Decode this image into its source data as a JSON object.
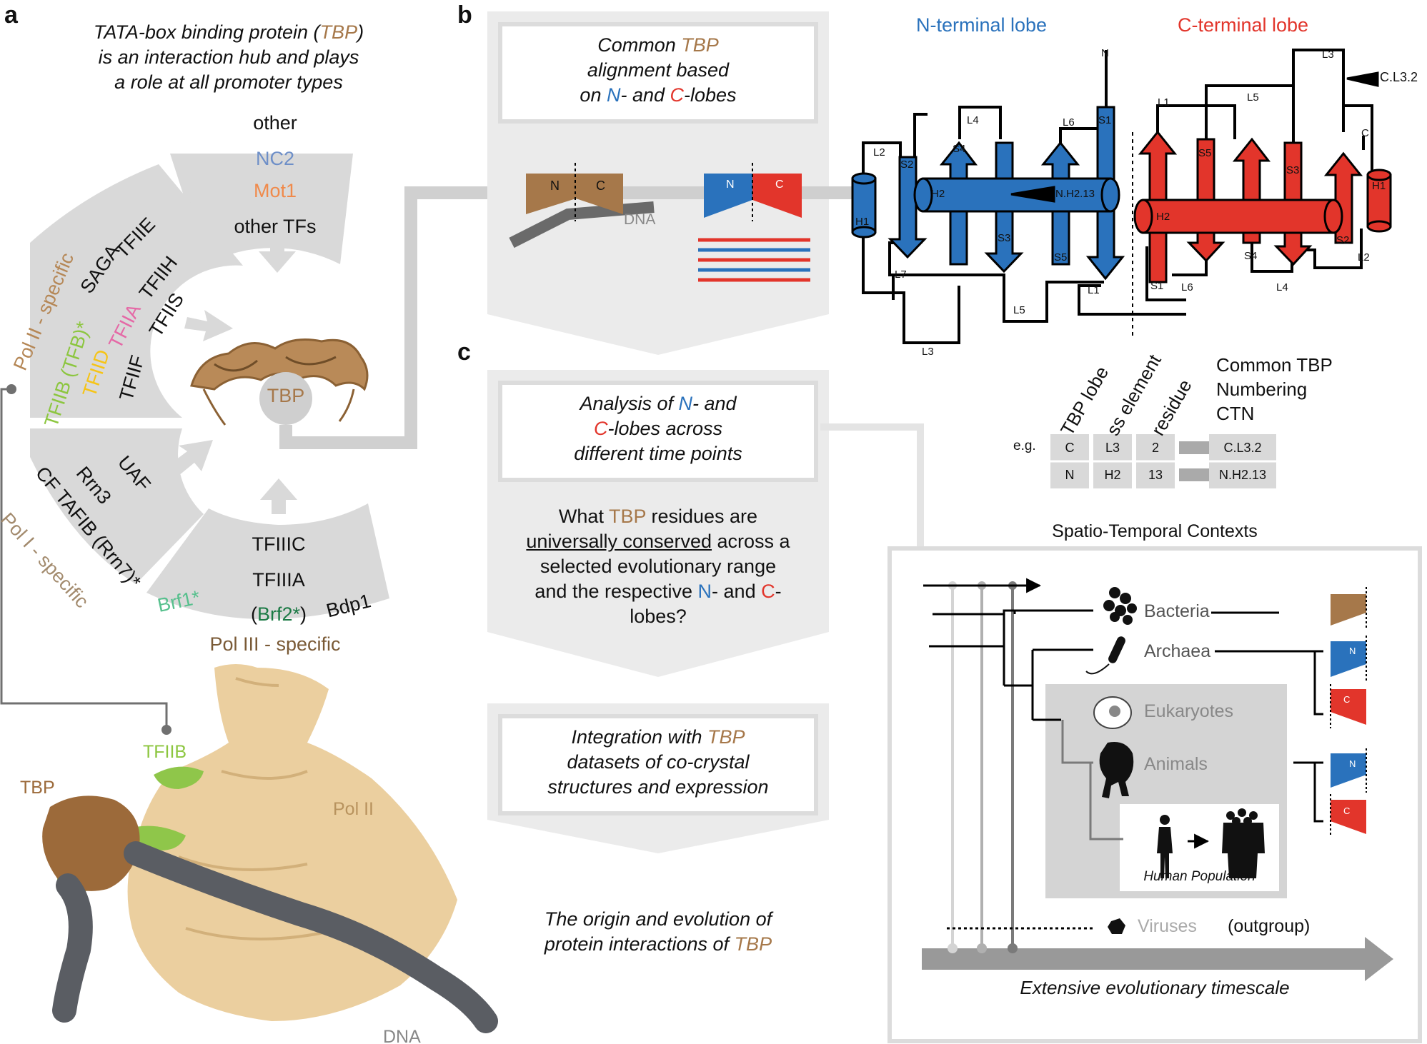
{
  "colors": {
    "tbp": "#a6784a",
    "blue": "#2a72bc",
    "red": "#e2352b",
    "green": "#8cc63f",
    "tfiia": "#e569a6",
    "tfiid": "#f6c415",
    "nc2": "#6e8fc8",
    "mot1": "#f08a4b",
    "brf1": "#56c08d",
    "brf2": "#1b7a45",
    "gray": "#d9d9d9",
    "dark_gray": "#666666"
  },
  "panel_a": {
    "letter": "a",
    "intro": {
      "l1a": "TATA-box binding protein (",
      "l1b": "TBP",
      "l1c": ")",
      "l2": "is an interaction hub and plays",
      "l3": "a role at all promoter types"
    },
    "other_sector": {
      "title": "other",
      "nc2": "NC2",
      "mot1": "Mot1",
      "tfs": "other TFs"
    },
    "pol2_sector": {
      "label": "Pol II - specific",
      "tfiie": "TFIIE",
      "saga": "SAGA",
      "tfiih": "TFIIH",
      "tfia": "TFIIA",
      "tfiis": "TFIIS",
      "tfiib": "TFIIB (TFB)*",
      "tfiid": "TFIID",
      "tfiif": "TFIIF"
    },
    "pol1_sector": {
      "label": "Pol I - specific",
      "uaf": "UAF",
      "rrn3": "Rrn3",
      "cf": "CF TAFIB (Rrn7)*"
    },
    "pol3_sector": {
      "label": "Pol III - specific",
      "tfiiic": "TFIIIC",
      "tfiiia": "TFIIIA",
      "brf1": "Brf1*",
      "brf2_open": "(",
      "brf2": "Brf2*",
      "brf2_close": ")",
      "bdp1": "Bdp1"
    },
    "hub": "TBP",
    "structure": {
      "tfiib": "TFIIB",
      "tbp": "TBP",
      "pol2": "Pol II",
      "dna": "DNA"
    }
  },
  "panel_b": {
    "letter": "b",
    "box": {
      "l1": "Common ",
      "tbp": "TBP",
      "l2": "alignment based",
      "l3a": "on ",
      "n": "N",
      "l3b": "- and ",
      "c": "C",
      "l3c": "-lobes"
    },
    "schematic": {
      "n": "N",
      "c": "C",
      "dna": "DNA"
    },
    "n_lobe_title": "N-terminal lobe",
    "c_lobe_title": "C-terminal lobe",
    "n_lobe": {
      "N": "N",
      "H1": "H1",
      "H2": "H2",
      "S1": "S1",
      "S2": "S2",
      "S3": "S3",
      "S4": "S4",
      "S5": "S5",
      "L1": "L1",
      "L2": "L2",
      "L3": "L3",
      "L4": "L4",
      "L5": "L5",
      "L6": "L6",
      "L7": "L7",
      "marker": "N.H2.13"
    },
    "c_lobe": {
      "C": "C",
      "H1": "H1",
      "H2": "H2",
      "S1": "S1",
      "S2": "S2",
      "S3": "S3",
      "S4": "S4",
      "S5": "S5",
      "L1": "L1",
      "L2": "L2",
      "L3": "L3",
      "L4": "L4",
      "L5": "L5",
      "L6": "L6",
      "marker": "C.L3.2"
    }
  },
  "panel_c": {
    "letter": "c",
    "box1": {
      "l1a": "Analysis of ",
      "n": "N",
      "l1b": "- and",
      "c": "C",
      "l2b": "-lobes across",
      "l3": "different time points"
    },
    "question": {
      "l1a": "What ",
      "tbp": "TBP",
      "l1b": " residues are",
      "l2": "universally conserved",
      "l2b": " across a",
      "l3": "selected evolutionary range",
      "l4a": "and the respective ",
      "n": "N",
      "l4b": "- and ",
      "c": "C",
      "l4c": "-",
      "l5": "lobes?"
    },
    "box2": {
      "l1a": "Integration with ",
      "tbp": "TBP",
      "l2": "datasets of co-crystal",
      "l3": "structures and expression"
    },
    "final": {
      "l1": "The origin and evolution of",
      "l2a": "protein interactions of ",
      "tbp": "TBP"
    },
    "ctn": {
      "h_lobe": "TBP lobe",
      "h_ss": "ss element",
      "h_res": "residue",
      "title1": "Common TBP",
      "title2": "Numbering",
      "title3": "CTN",
      "eg": "e.g.",
      "rows": [
        {
          "lobe": "C",
          "ss": "L3",
          "res": "2",
          "ctn": "C.L3.2"
        },
        {
          "lobe": "N",
          "ss": "H2",
          "res": "13",
          "ctn": "N.H2.13"
        }
      ]
    },
    "context": {
      "title": "Spatio-Temporal Contexts",
      "bacteria": "Bacteria",
      "archaea": "Archaea",
      "eukaryotes": "Eukaryotes",
      "animals": "Animals",
      "human": "Human Population",
      "viruses": "Viruses",
      "outgroup": "(outgroup)",
      "timescale": "Extensive evolutionary timescale",
      "n": "N",
      "c": "C"
    }
  }
}
